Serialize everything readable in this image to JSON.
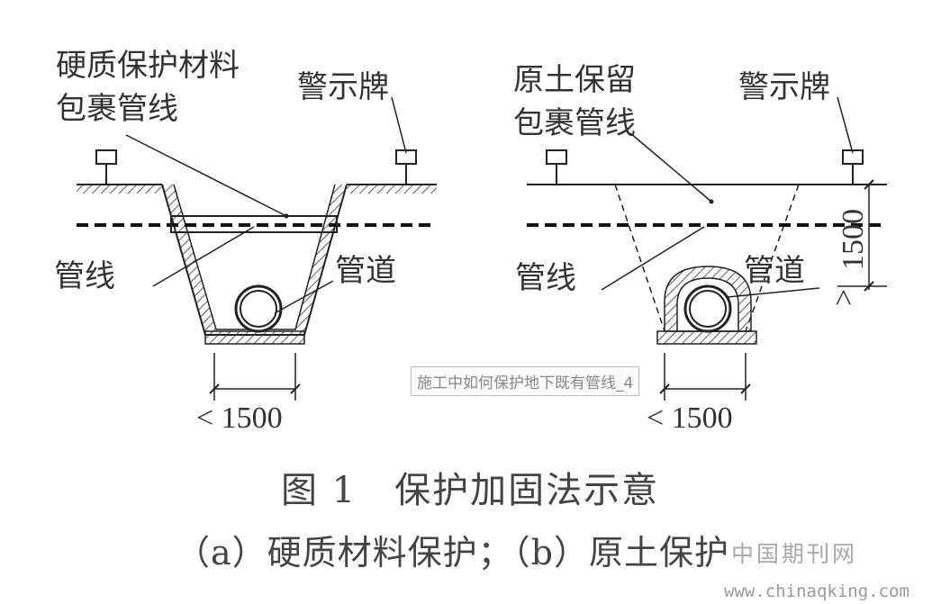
{
  "panel_a": {
    "label_protect_line1": "硬质保护材料",
    "label_protect_line2": "包裹管线",
    "label_sign": "警示牌",
    "label_cable": "管线",
    "label_pipe": "管道",
    "dim_width": "< 1500"
  },
  "panel_b": {
    "label_soil_line1": "原土保留",
    "label_soil_line2": "包裹管线",
    "label_sign": "警示牌",
    "label_cable": "管线",
    "label_pipe": "管道",
    "dim_width": "< 1500",
    "dim_depth": "1500",
    "dim_depth_mark": ">"
  },
  "caption": {
    "title": "图 1　保护加固法示意",
    "subtitle": "（a）硬质材料保护；（b）原土保护"
  },
  "watermarks": {
    "middle": "施工中如何保护地下既有管线_4",
    "site_cn": "中国期刊网",
    "site_url": "www.chinaqking.com"
  }
}
